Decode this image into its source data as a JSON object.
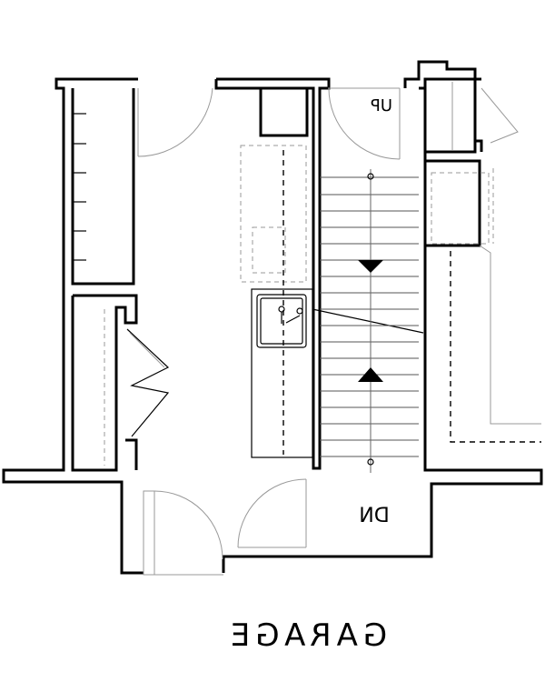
{
  "labels": {
    "stair_up": "UP",
    "stair_down": "DN",
    "room": "GARAGE"
  }
}
